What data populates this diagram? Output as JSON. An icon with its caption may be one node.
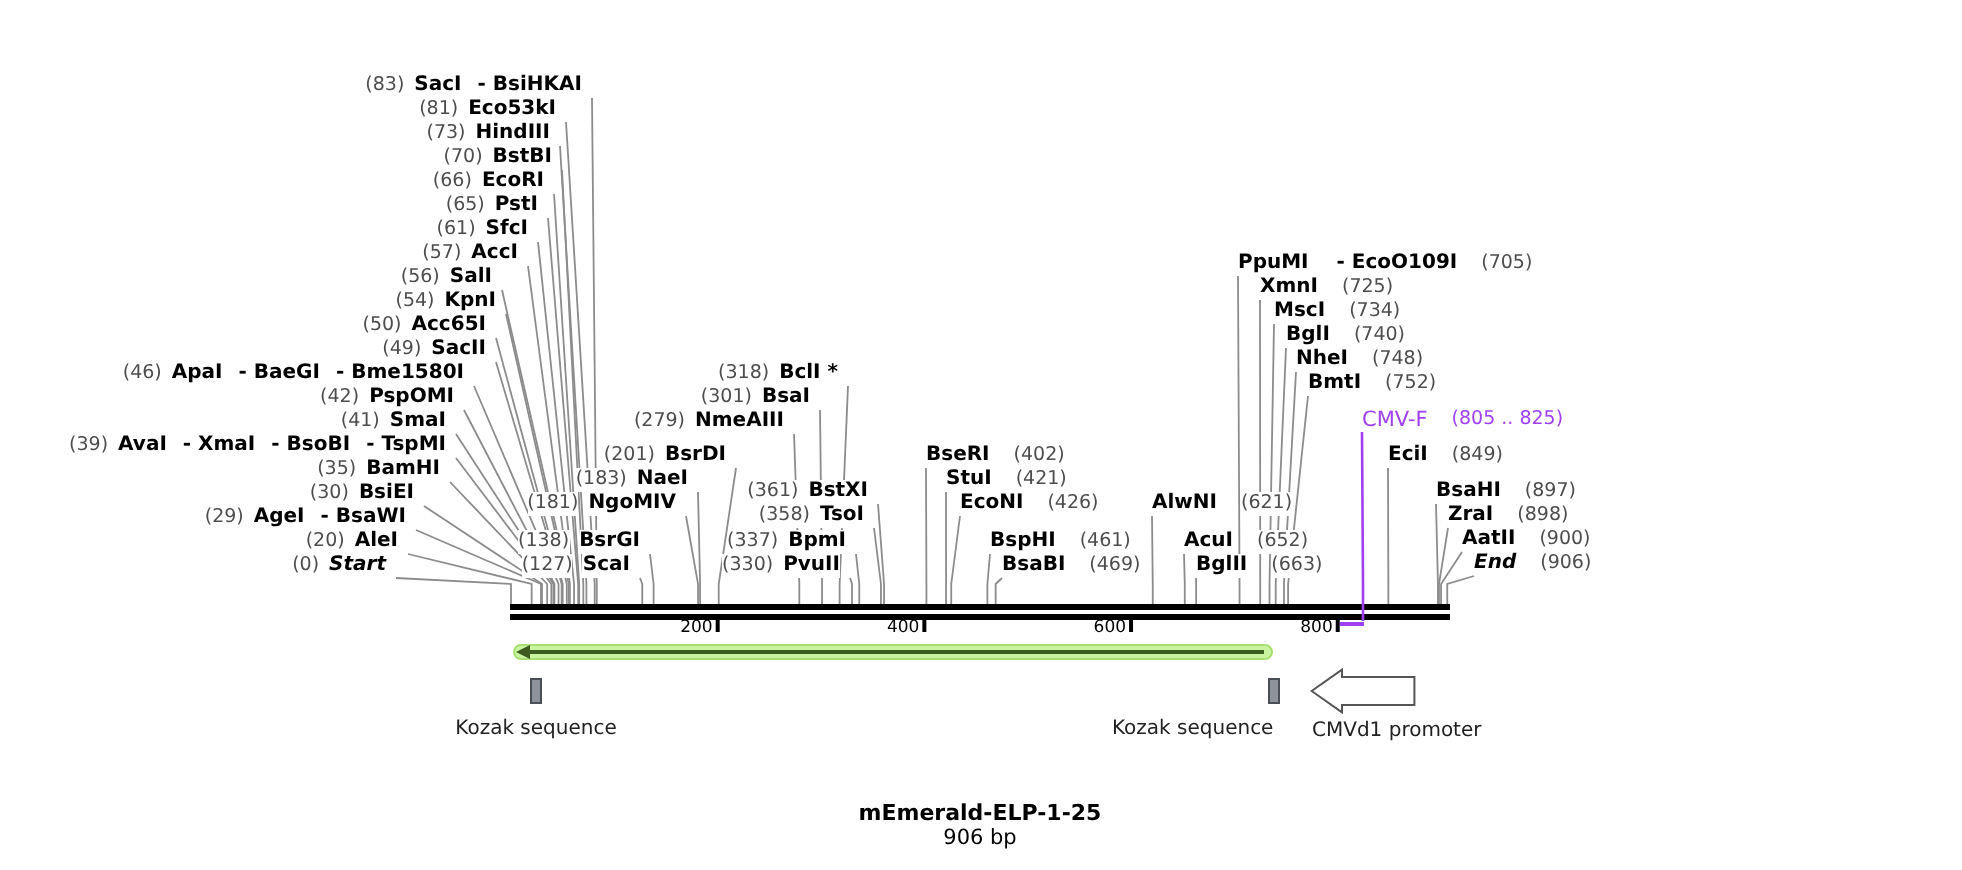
{
  "diagram": {
    "title": "mEmerald-ELP-1-25",
    "caption": "906 bp",
    "nodes": [
      {
        "text": [
          "(83)",
          "SacI",
          "- BsiHKAI"
        ]
      },
      {
        "text": [
          "(81)",
          "Eco53kI"
        ]
      },
      {
        "text": [
          "(73)",
          "HindIII"
        ]
      },
      {
        "text": [
          "(70)",
          "BstBI"
        ]
      },
      {
        "text": [
          "(66)",
          "EcoRI"
        ]
      },
      {
        "text": [
          "(65)",
          "PstI"
        ]
      },
      {
        "text": [
          "(61)",
          "SfcI"
        ]
      },
      {
        "text": [
          "(57)",
          "AccI"
        ]
      },
      {
        "text": [
          "(56)",
          "SalI"
        ]
      },
      {
        "text": [
          "(54)",
          "KpnI"
        ]
      },
      {
        "text": [
          "(50)",
          "Acc65I"
        ]
      },
      {
        "text": [
          "(49)",
          "SacII"
        ]
      },
      {
        "text": [
          "(46)",
          "ApaI",
          "- BaeGI",
          "- Bme1580I"
        ]
      },
      {
        "text": [
          "(42)",
          "PspOMI"
        ]
      },
      {
        "text": [
          "(41)",
          "SmaI"
        ]
      },
      {
        "text": [
          "(39)",
          "AvaI",
          "- XmaI",
          "- BsoBI",
          "- TspMI"
        ]
      },
      {
        "text": [
          "(35)",
          "BamHI"
        ]
      },
      {
        "text": [
          "(30)",
          "BsiEI"
        ]
      },
      {
        "text": [
          "(29)",
          "AgeI",
          "- BsaWI"
        ]
      },
      {
        "text": [
          "(20)",
          "AleI"
        ]
      },
      {
        "text": [
          "(0)",
          "Start"
        ]
      },
      {
        "text": [
          "(318)",
          "BclI *"
        ]
      },
      {
        "text": [
          "(301)",
          "BsaI"
        ]
      },
      {
        "text": [
          "(279)",
          "NmeAIII"
        ]
      },
      {
        "text": [
          "(201)",
          "BsrDI"
        ]
      },
      {
        "text": [
          "(183)",
          "NaeI"
        ]
      },
      {
        "text": [
          "(181)",
          "NgoMIV"
        ]
      },
      {
        "text": [
          "(138)",
          "BsrGI"
        ]
      },
      {
        "text": [
          "(127)",
          "ScaI"
        ]
      },
      {
        "text": [
          "(361)",
          "BstXI"
        ]
      },
      {
        "text": [
          "(358)",
          "TsoI"
        ]
      },
      {
        "text": [
          "(337)",
          "BpmI"
        ]
      },
      {
        "text": [
          "(330)",
          "PvuII"
        ]
      },
      {
        "text": [
          "BseRI",
          "(402)"
        ]
      },
      {
        "text": [
          "StuI",
          "(421)"
        ]
      },
      {
        "text": [
          "EcoNI",
          "(426)"
        ]
      },
      {
        "text": [
          "BspHI",
          "(461)"
        ]
      },
      {
        "text": [
          "BsaBI",
          "(469)"
        ]
      },
      {
        "text": [
          "AlwNI",
          "(621)"
        ]
      },
      {
        "text": [
          "AcuI",
          "(652)"
        ]
      },
      {
        "text": [
          "BglII",
          "(663)"
        ]
      },
      {
        "text": [
          "PpuMI",
          "- EcoO109I",
          "(705)"
        ]
      },
      {
        "text": [
          "XmnI",
          "(725)"
        ]
      },
      {
        "text": [
          "MscI",
          "(734)"
        ]
      },
      {
        "text": [
          "BglI",
          "(740)"
        ]
      },
      {
        "text": [
          "NheI",
          "(748)"
        ]
      },
      {
        "text": [
          "BmtI",
          "(752)"
        ]
      },
      {
        "text": [
          "CMV-F",
          "(805 .. 825)"
        ]
      },
      {
        "text": [
          "EciI",
          "(849)"
        ]
      },
      {
        "text": [
          "BsaHI",
          "(897)"
        ]
      },
      {
        "text": [
          "ZraI",
          "(898)"
        ]
      },
      {
        "text": [
          "AatII",
          "(900)"
        ]
      },
      {
        "text": [
          "End",
          "(906)"
        ]
      },
      {
        "text": [],
        "shape": "bar"
      },
      {
        "text": [],
        "shape": "bar"
      },
      {
        "text": [],
        "shape": "arrow"
      },
      {
        "text": [
          "Kozak sequence"
        ]
      },
      {
        "text": [
          "Kozak sequence"
        ]
      },
      {
        "text": [
          "CMVd1 promoter"
        ]
      }
    ],
    "edges": [
      {
        "from": 0,
        "to": 53,
        "arrow": "none"
      },
      {
        "from": 1,
        "to": 53,
        "arrow": "none"
      },
      {
        "from": 2,
        "to": 53,
        "arrow": "none"
      },
      {
        "from": 3,
        "to": 53,
        "arrow": "none"
      },
      {
        "from": 4,
        "to": 53,
        "arrow": "none"
      },
      {
        "from": 5,
        "to": 53,
        "arrow": "none"
      },
      {
        "from": 6,
        "to": 53,
        "arrow": "none"
      },
      {
        "from": 7,
        "to": 53,
        "arrow": "none"
      },
      {
        "from": 8,
        "to": 53,
        "arrow": "none"
      },
      {
        "from": 9,
        "to": 53,
        "arrow": "none"
      },
      {
        "from": 10,
        "to": 53,
        "arrow": "none"
      },
      {
        "from": 11,
        "to": 53,
        "arrow": "none"
      },
      {
        "from": 12,
        "to": 53,
        "arrow": "none"
      },
      {
        "from": 13,
        "to": 53,
        "arrow": "none"
      },
      {
        "from": 14,
        "to": 53,
        "arrow": "none"
      },
      {
        "from": 15,
        "to": 53,
        "arrow": "none"
      },
      {
        "from": 16,
        "to": 53,
        "arrow": "none"
      },
      {
        "from": 17,
        "to": 53,
        "arrow": "none"
      },
      {
        "from": 18,
        "to": 53,
        "arrow": "none"
      },
      {
        "from": 19,
        "to": 53,
        "arrow": "none"
      },
      {
        "from": 20,
        "to": 53,
        "arrow": "none"
      },
      {
        "from": 21,
        "to": 53,
        "arrow": "none"
      },
      {
        "from": 22,
        "to": 53,
        "arrow": "none"
      },
      {
        "from": 23,
        "to": 53,
        "arrow": "none"
      },
      {
        "from": 24,
        "to": 53,
        "arrow": "none"
      },
      {
        "from": 25,
        "to": 53,
        "arrow": "none"
      },
      {
        "from": 26,
        "to": 53,
        "arrow": "none"
      },
      {
        "from": 27,
        "to": 53,
        "arrow": "none"
      },
      {
        "from": 28,
        "to": 53,
        "arrow": "none"
      },
      {
        "from": 29,
        "to": 53,
        "arrow": "none"
      },
      {
        "from": 30,
        "to": 53,
        "arrow": "none"
      },
      {
        "from": 31,
        "to": 53,
        "arrow": "none"
      },
      {
        "from": 32,
        "to": 53,
        "arrow": "none"
      },
      {
        "from": 33,
        "to": 53,
        "arrow": "none"
      },
      {
        "from": 34,
        "to": 53,
        "arrow": "none"
      },
      {
        "from": 35,
        "to": 53,
        "arrow": "none"
      },
      {
        "from": 36,
        "to": 53,
        "arrow": "none"
      },
      {
        "from": 37,
        "to": 53,
        "arrow": "none"
      },
      {
        "from": 38,
        "to": 53,
        "arrow": "none"
      },
      {
        "from": 39,
        "to": 53,
        "arrow": "none"
      },
      {
        "from": 40,
        "to": 53,
        "arrow": "none"
      },
      {
        "from": 41,
        "to": 53,
        "arrow": "none"
      },
      {
        "from": 42,
        "to": 53,
        "arrow": "none"
      },
      {
        "from": 43,
        "to": 53,
        "arrow": "none"
      },
      {
        "from": 44,
        "to": 53,
        "arrow": "none"
      },
      {
        "from": 45,
        "to": 53,
        "arrow": "none"
      },
      {
        "from": 46,
        "to": 53,
        "arrow": "none"
      },
      {
        "from": 47,
        "to": 54,
        "arrow": "none",
        "color": "#a040f0"
      },
      {
        "from": 48,
        "to": 53,
        "arrow": "none"
      },
      {
        "from": 49,
        "to": 53,
        "arrow": "none"
      },
      {
        "from": 50,
        "to": 53,
        "arrow": "none"
      },
      {
        "from": 51,
        "to": 53,
        "arrow": "none"
      },
      {
        "from": 52,
        "to": 53,
        "arrow": "none"
      }
    ],
    "labels": [
      "200",
      "400",
      "600",
      "800"
    ]
  }
}
